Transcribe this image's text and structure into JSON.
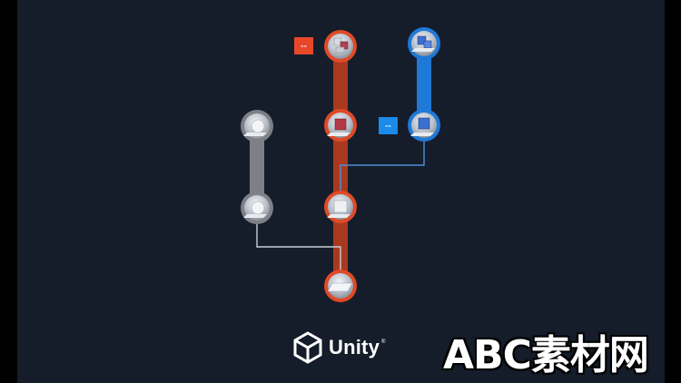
{
  "graph": {
    "orange_tag": "--",
    "blue_tag": "--",
    "colors": {
      "background": "#151d2b",
      "orange": "#e04a27",
      "orange_track": "#a8391f",
      "blue": "#1f79d6",
      "gray": "#7d8086",
      "connector": "#b7c0cc"
    },
    "nodes": [
      {
        "id": "orange-top",
        "icon": "stacked-cubes-icon"
      },
      {
        "id": "orange-2",
        "icon": "red-cube-icon"
      },
      {
        "id": "orange-3",
        "icon": "white-cube-icon"
      },
      {
        "id": "orange-bottom",
        "icon": "plane-icon"
      },
      {
        "id": "blue-top",
        "icon": "blue-cubes-icon"
      },
      {
        "id": "blue-bottom",
        "icon": "blue-cube-icon"
      },
      {
        "id": "gray-top",
        "icon": "sphere-icon"
      },
      {
        "id": "gray-bottom",
        "icon": "sphere-icon"
      }
    ]
  },
  "logo": {
    "text": "Unity",
    "tm": "®",
    "icon": "unity-cube-icon"
  },
  "watermark": "ABC素材网"
}
